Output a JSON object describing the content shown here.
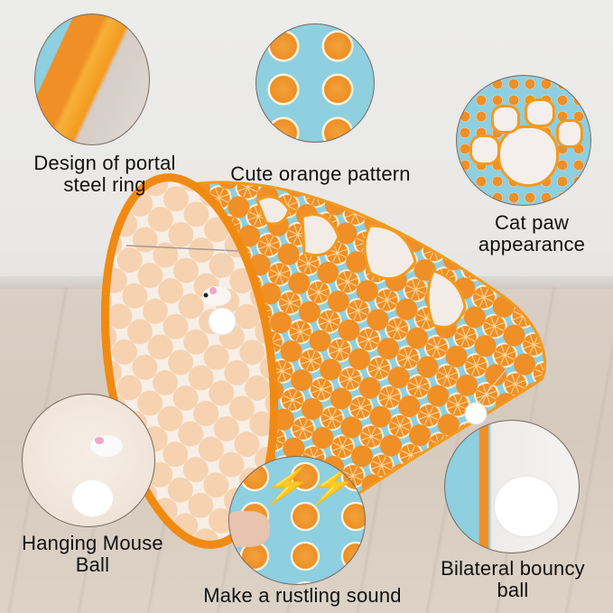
{
  "product": "Orange pattern cat tunnel feature graphic",
  "features": [
    {
      "id": "portal-ring",
      "label_line1": "Design of portal",
      "label_line2": "steel ring"
    },
    {
      "id": "orange-pattern",
      "label_line1": "Cute orange pattern",
      "label_line2": ""
    },
    {
      "id": "cat-paw",
      "label_line1": "Cat paw",
      "label_line2": "appearance"
    },
    {
      "id": "hanging-mouse",
      "label_line1": "Hanging Mouse",
      "label_line2": "Ball"
    },
    {
      "id": "rustling",
      "label_line1": "Make a rustling sound",
      "label_line2": ""
    },
    {
      "id": "bouncy-ball",
      "label_line1": "Bilateral bouncy",
      "label_line2": "ball"
    }
  ],
  "colors": {
    "tunnel_blue": "#8ecfe0",
    "orange_slice": "#ee8f25",
    "trim_orange": "#f39a1e",
    "wall": "#ecebe9",
    "floor": "#d6cabe",
    "text": "#111111"
  }
}
